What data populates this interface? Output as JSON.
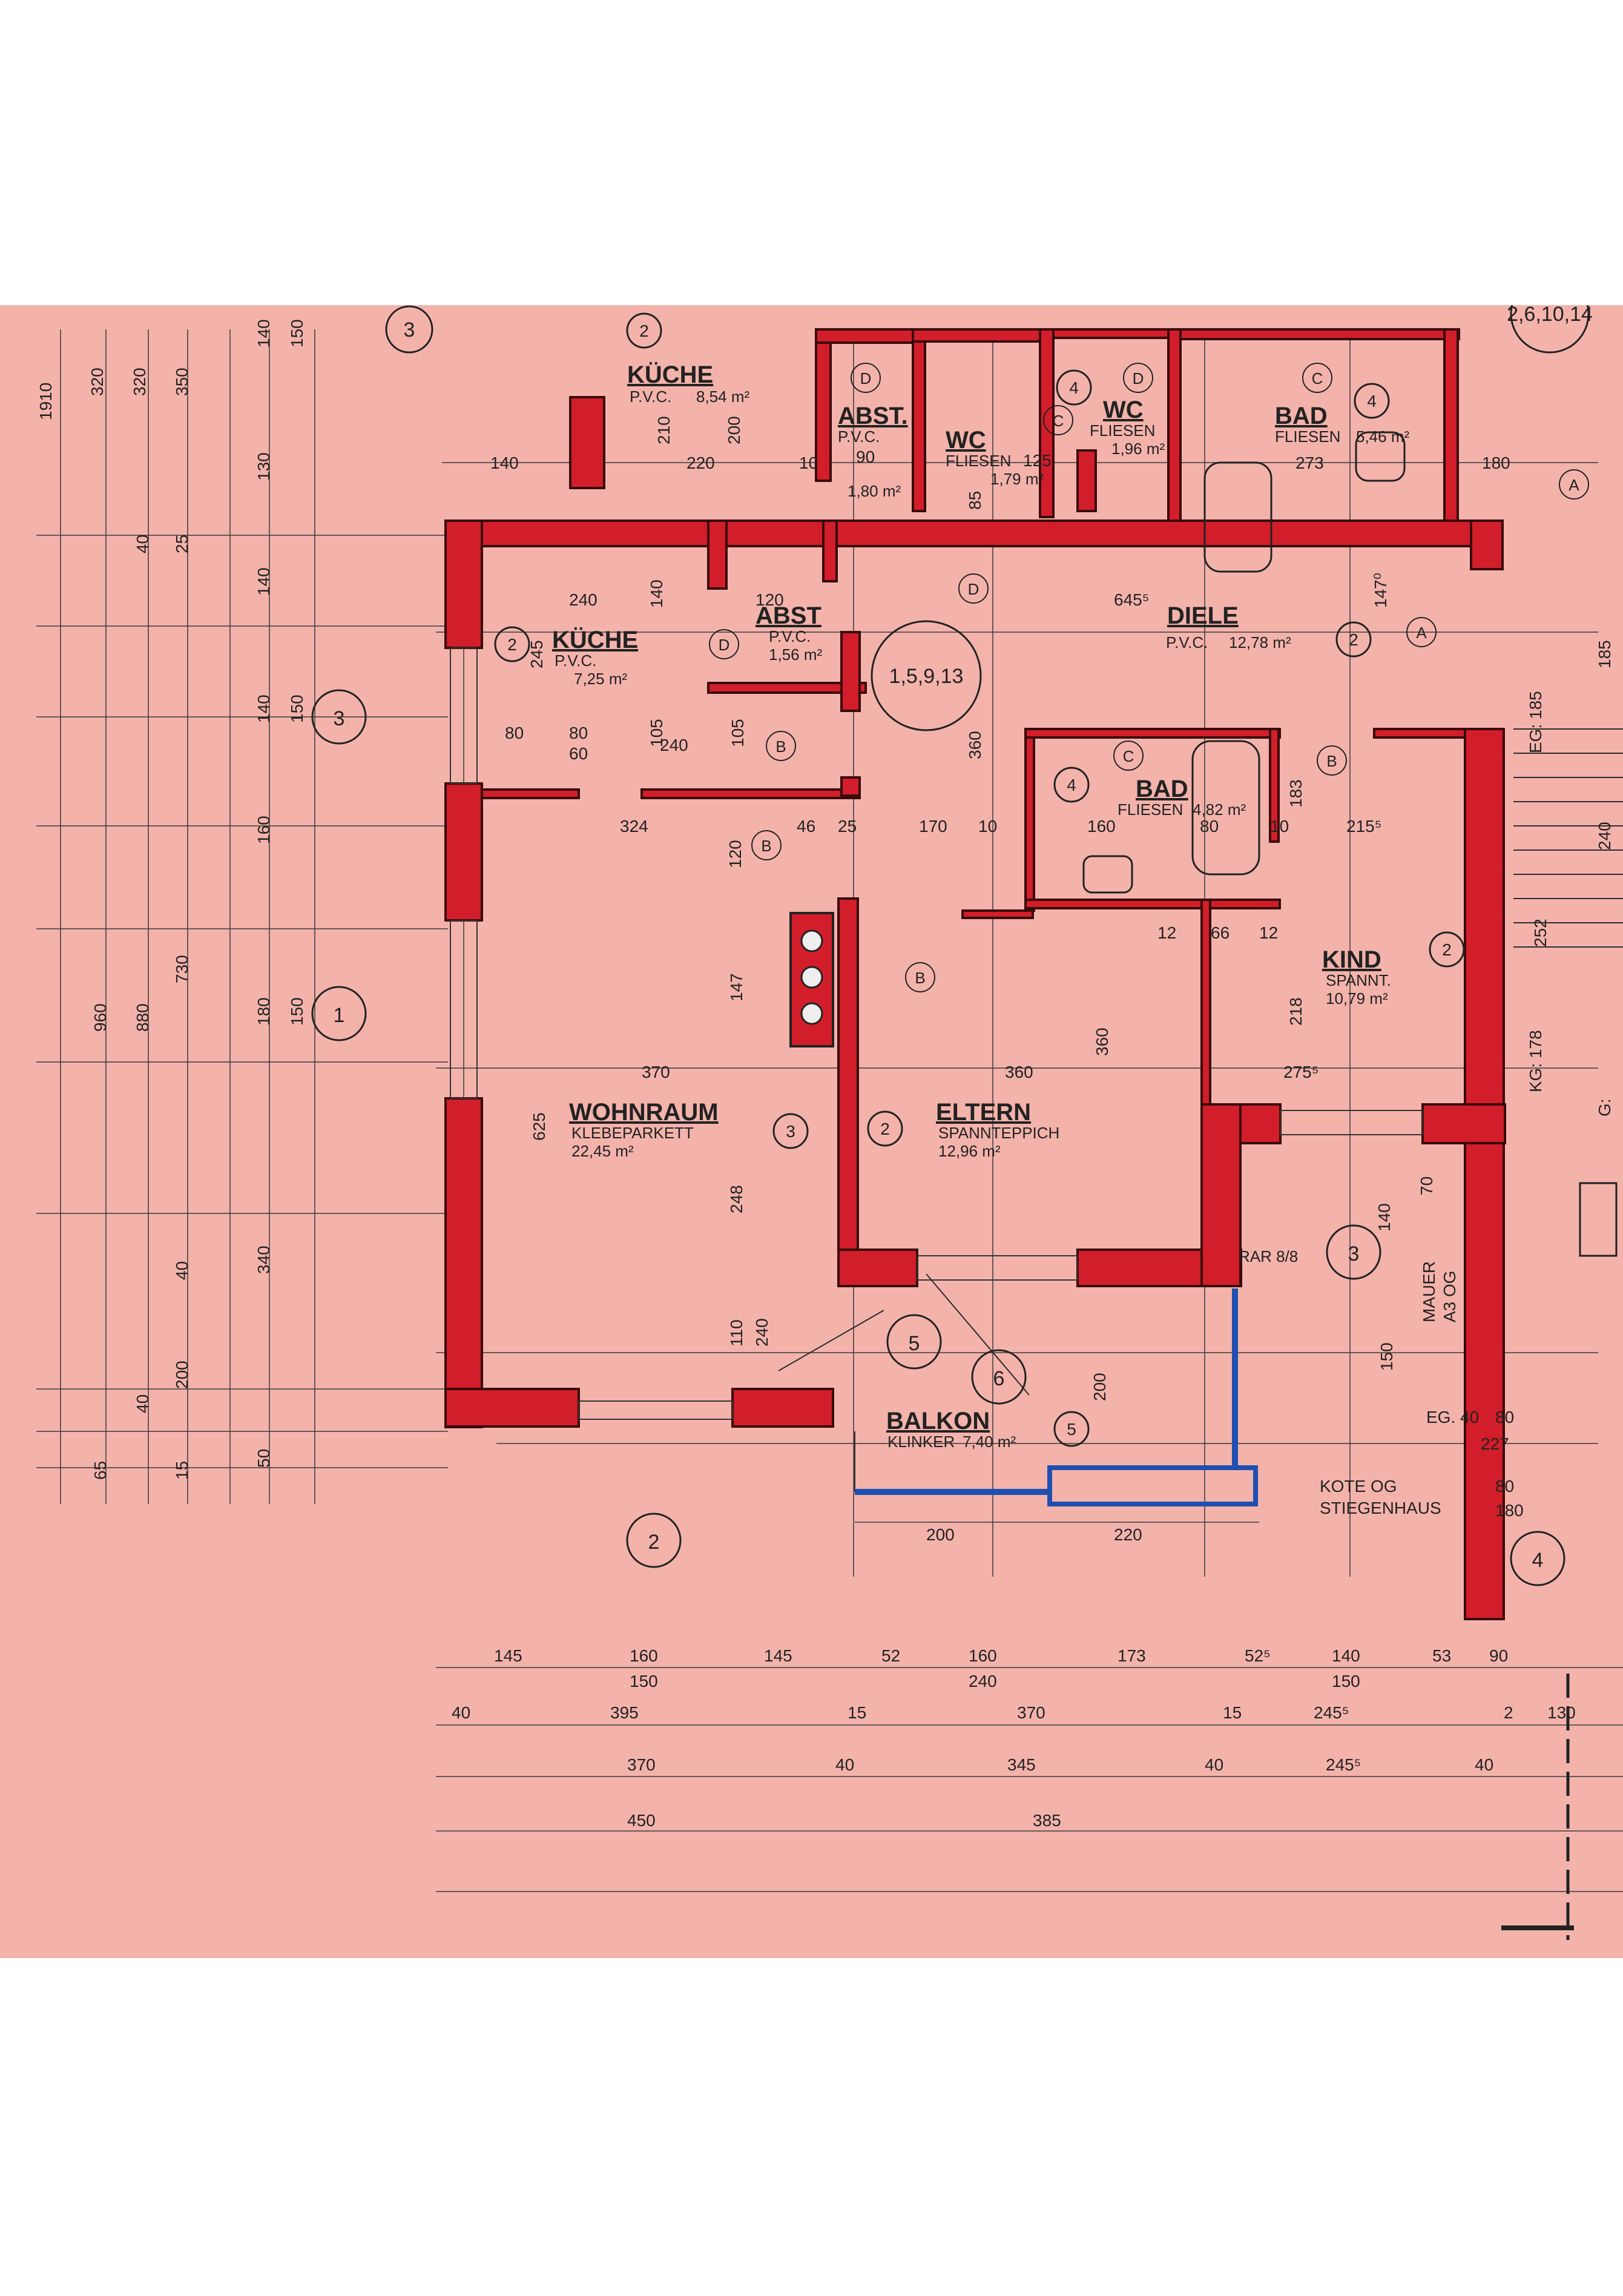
{
  "colors": {
    "paper": "#f3b3ab",
    "wall": "#d21e2a",
    "balcony_edge": "#1f4fb0",
    "ink": "#222222"
  },
  "rooms": [
    {
      "name": "KÜCHE",
      "floor": "P.V.C.",
      "area": "8,54 m²"
    },
    {
      "name": "ABST.",
      "floor": "P.V.C.",
      "area": "1,80 m²"
    },
    {
      "name": "WC",
      "floor": "FLIESEN",
      "area": "1,79 m²"
    },
    {
      "name": "WC",
      "floor": "FLIESEN",
      "area": "1,96 m²"
    },
    {
      "name": "BAD",
      "floor": "FLIESEN",
      "area": "5,46 m²"
    },
    {
      "name": "KÜCHE",
      "floor": "P.V.C.",
      "area": "7,25 m²"
    },
    {
      "name": "ABST",
      "floor": "P.V.C.",
      "area": "1,56 m²"
    },
    {
      "name": "DIELE",
      "floor": "P.V.C.",
      "area": "12,78 m²"
    },
    {
      "name": "BAD",
      "floor": "FLIESEN",
      "area": "4,82 m²"
    },
    {
      "name": "KIND",
      "floor": "SPANNT.",
      "area": "10,79 m²"
    },
    {
      "name": "WOHNRAUM",
      "floor": "KLEBEPARKETT",
      "area": "22,45 m²"
    },
    {
      "name": "ELTERN",
      "floor": "SPANNTEPPICH",
      "area": "12,96 m²"
    },
    {
      "name": "BALKON",
      "floor": "KLINKER",
      "area": "7,40 m²"
    }
  ],
  "circles": [
    "3",
    "2",
    "1",
    "3",
    "1,5,9,13",
    "2,6,10,14",
    "2",
    "3",
    "5",
    "6",
    "3",
    "4",
    "2",
    "4",
    "4",
    "4",
    "2",
    "2",
    "2",
    "5"
  ],
  "letters": [
    "D",
    "D",
    "C",
    "D",
    "D",
    "C",
    "A",
    "A",
    "B",
    "B",
    "B",
    "B",
    "C"
  ],
  "notes": {
    "kote1": "KOTE OG",
    "kote2": "STIEGENHAUS",
    "mauer": "MAUER",
    "mauer_og": "A3 OG",
    "rar": "RAR 8/8",
    "eg": "EG: 185",
    "kg": "KG: 178",
    "eg40": "EG. 40"
  },
  "left_dims": [
    "1910",
    "320",
    "320",
    "350",
    "140",
    "150",
    "130",
    "40",
    "25",
    "140",
    "150",
    "140",
    "160",
    "150",
    "180",
    "730",
    "880",
    "960",
    "340",
    "40",
    "200",
    "40",
    "15",
    "50",
    "65"
  ],
  "bottom_dims": {
    "row1": [
      "145",
      "160",
      "145",
      "52",
      "160",
      "173",
      "52⁵",
      "140",
      "53",
      "90"
    ],
    "row1b": [
      "150",
      "240",
      "150"
    ],
    "row2": [
      "40",
      "395",
      "15",
      "370",
      "15",
      "245⁵",
      "2",
      "130"
    ],
    "row3": [
      "370",
      "40",
      "345",
      "40",
      "245⁵",
      "40"
    ],
    "row4": [
      "450",
      "385"
    ],
    "balcony": [
      "200",
      "220"
    ]
  },
  "room_dims": [
    "140",
    "240",
    "220",
    "210",
    "200",
    "10",
    "90",
    "125",
    "85",
    "273",
    "180",
    "240",
    "140",
    "120",
    "645⁵",
    "147⁰",
    "80",
    "80",
    "60",
    "105",
    "105",
    "245",
    "324",
    "46",
    "25",
    "170",
    "360",
    "160",
    "80",
    "183",
    "215⁵",
    "120",
    "10",
    "10",
    "12",
    "66",
    "12",
    "252",
    "147",
    "370",
    "360",
    "360",
    "275⁵",
    "218",
    "625",
    "248",
    "110",
    "240",
    "200",
    "140",
    "70",
    "150",
    "80",
    "227",
    "80",
    "180"
  ],
  "stair_marks": [
    "240",
    "185",
    "G:"
  ]
}
